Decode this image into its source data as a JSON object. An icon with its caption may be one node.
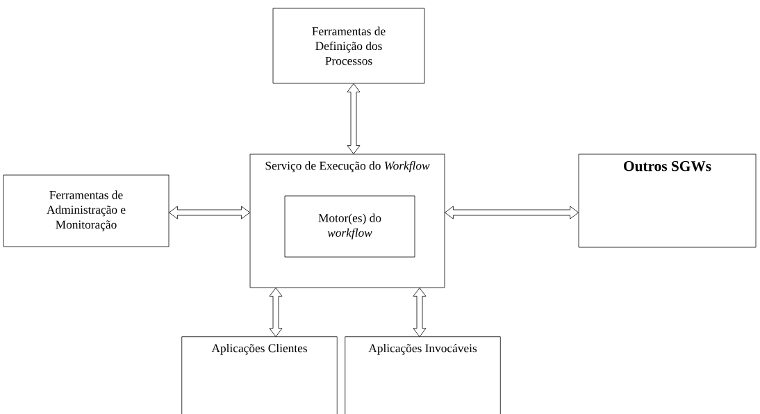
{
  "diagram": {
    "nodes": [
      {
        "text": [
          "Ferramentas de Definição dos Processos"
        ]
      },
      {
        "text": [
          "Serviço de Execução do *Workflow*"
        ]
      },
      {
        "text": [
          "Motor(es) do *workflow*"
        ],
        "in": 1
      },
      {
        "text": [
          "Ferramentas de Administração e Monitoração"
        ]
      },
      {
        "text": [
          "Outros SGWs"
        ]
      },
      {
        "text": [
          "Aplicações Clientes"
        ]
      },
      {
        "text": [
          "Aplicações Invocáveis"
        ]
      }
    ],
    "edges": [
      {
        "from": 0,
        "to": 1,
        "arrow": "both"
      },
      {
        "from": 3,
        "to": 1,
        "arrow": "both"
      },
      {
        "from": 1,
        "to": 4,
        "arrow": "both"
      },
      {
        "from": 1,
        "to": 5,
        "arrow": "both"
      },
      {
        "from": 1,
        "to": 6,
        "arrow": "both"
      }
    ]
  }
}
